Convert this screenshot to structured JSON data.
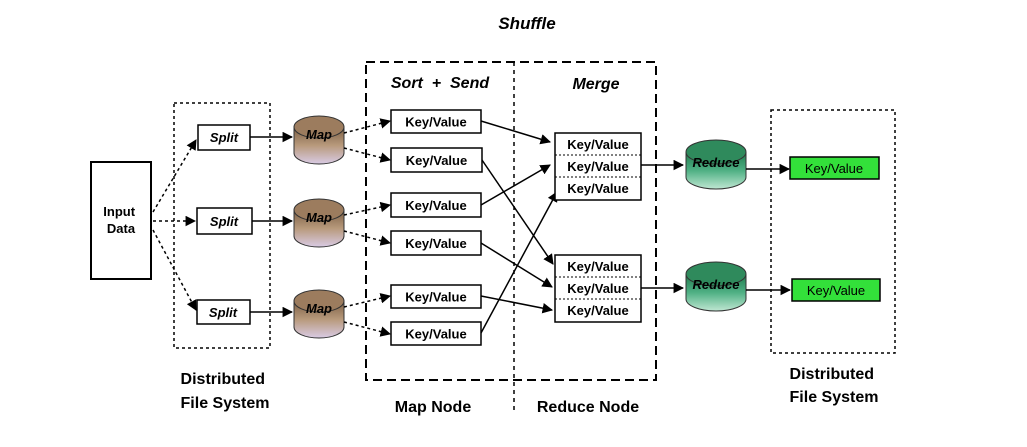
{
  "title": "Shuffle",
  "input": "Input Data",
  "split_label": "Split",
  "map_label": "Map",
  "reduce_label": "Reduce",
  "kv_label": "Key/Value",
  "sort_send": "Sort  +  Send",
  "merge": "Merge",
  "dfs_left": [
    "Distributed",
    "File System"
  ],
  "dfs_right": [
    "Distributed",
    "File System"
  ],
  "map_node": "Map Node",
  "reduce_node": "Reduce Node",
  "colors": {
    "map_node": "#a8876a",
    "reduce_node": "#3e9e6e",
    "output_box": "#33e03a"
  }
}
